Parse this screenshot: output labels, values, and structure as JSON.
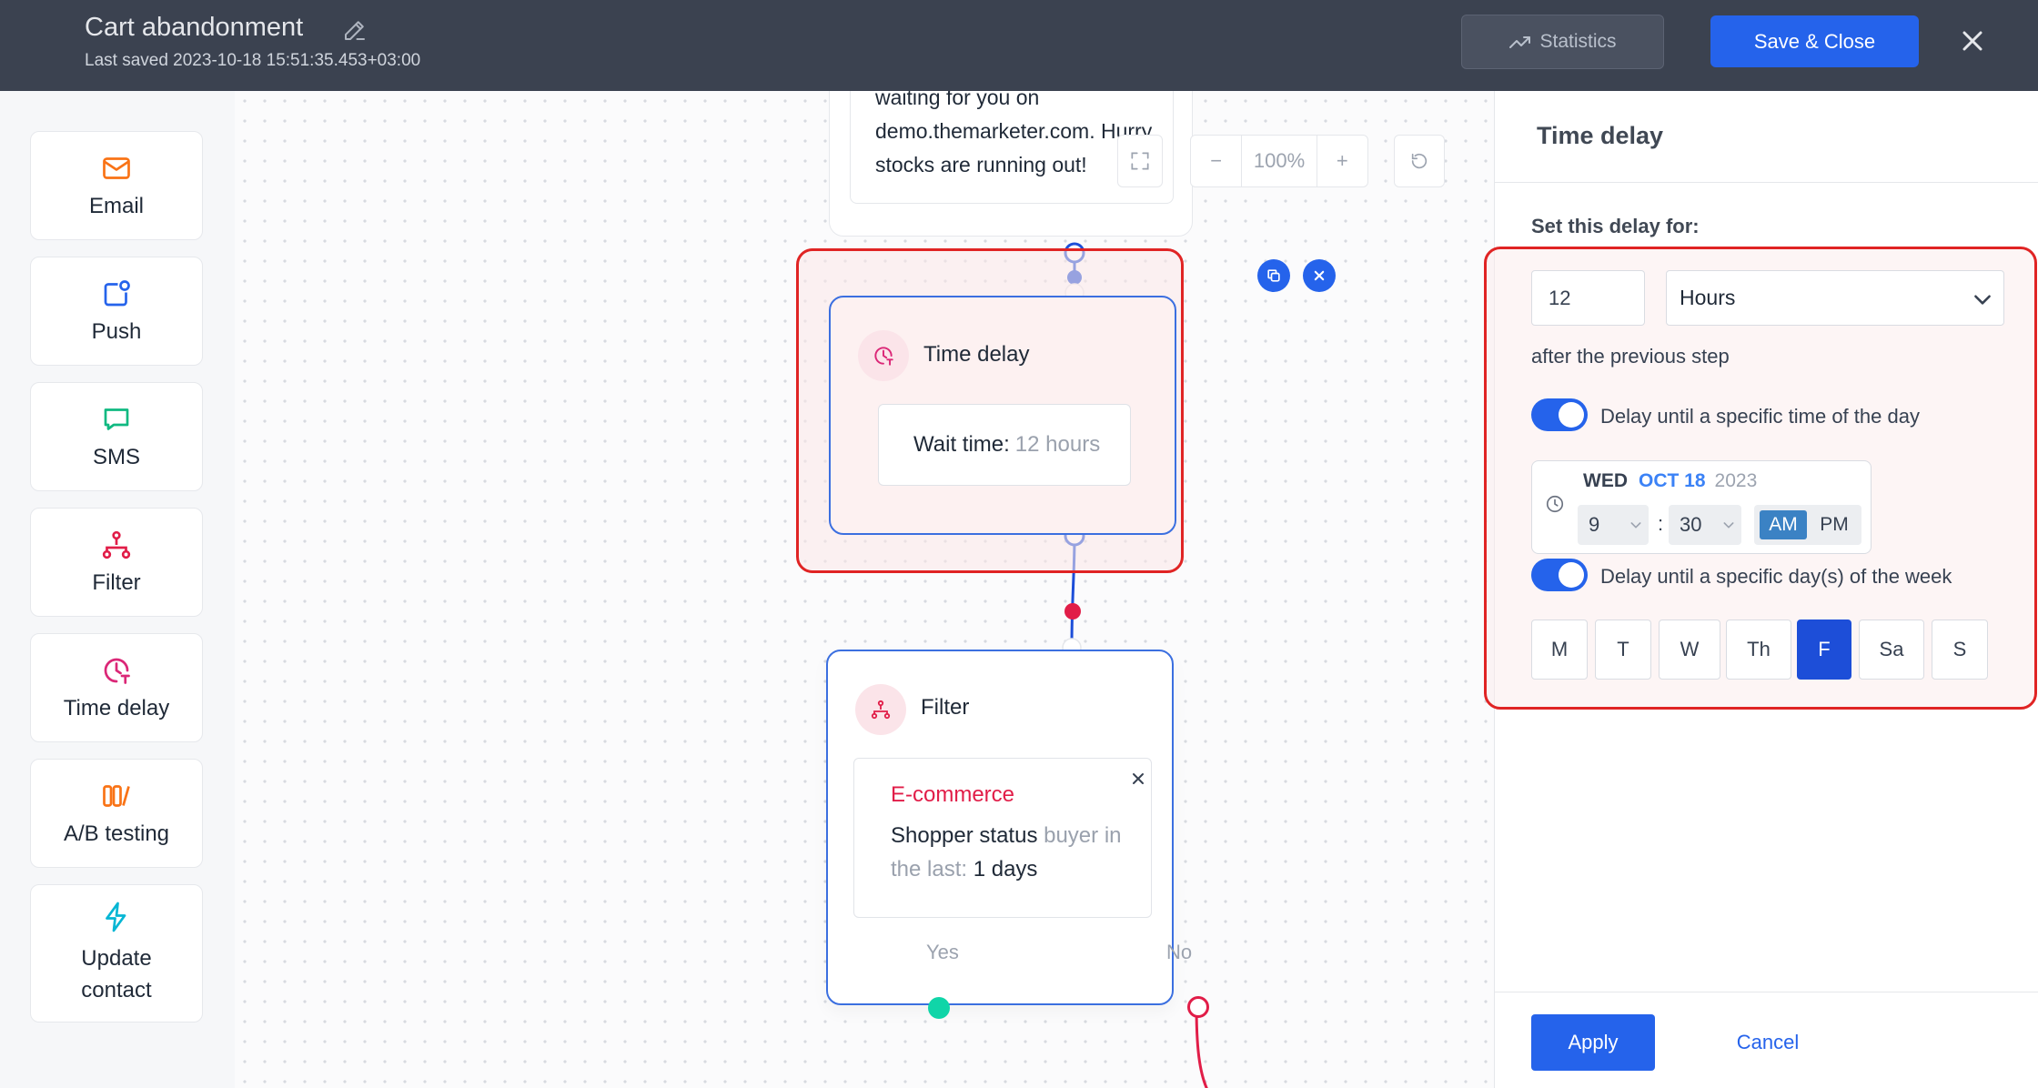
{
  "header": {
    "title": "Cart abandonment",
    "last_saved": "Last saved 2023-10-18 15:51:35.453+03:00",
    "statistics_label": "Statistics",
    "save_label": "Save & Close"
  },
  "palette": {
    "items": [
      {
        "label": "Email",
        "icon": "mail-icon"
      },
      {
        "label": "Push",
        "icon": "push-icon"
      },
      {
        "label": "SMS",
        "icon": "chat-icon"
      },
      {
        "label": "Filter",
        "icon": "filter-icon"
      },
      {
        "label": "Time delay",
        "icon": "clock-icon"
      },
      {
        "label": "A/B testing",
        "icon": "ab-testing-icon"
      },
      {
        "label": "Update contact",
        "icon": "bolt-icon"
      }
    ]
  },
  "canvas": {
    "email_node_text": "waiting for you on demo.themarketer.com. Hurry, stocks are running out!",
    "zoom_level": "100%",
    "zoom_minus": "−",
    "zoom_plus": "+",
    "time_delay_node": {
      "title": "Time delay",
      "wait_label": "Wait time:",
      "wait_value": "12 hours"
    },
    "filter_node": {
      "title": "Filter",
      "category": "E-commerce",
      "condition_a": "Shopper status",
      "condition_b": "buyer in the last:",
      "condition_c": "1 days",
      "yes_label": "Yes",
      "no_label": "No"
    }
  },
  "panel": {
    "title": "Time delay",
    "set_label": "Set this delay for:",
    "delay_amount": "12",
    "delay_unit": "Hours",
    "after_text": "after the previous step",
    "toggle_time_label": "Delay until a specific time of the day",
    "date": {
      "day": "WED",
      "month": "OCT 18",
      "year": "2023"
    },
    "hour": "9",
    "separator": ":",
    "minute": "30",
    "am_label": "AM",
    "pm_label": "PM",
    "toggle_days_label": "Delay until a specific day(s) of the week",
    "days": [
      {
        "label": "M",
        "active": false
      },
      {
        "label": "T",
        "active": false
      },
      {
        "label": "W",
        "active": false
      },
      {
        "label": "Th",
        "active": false
      },
      {
        "label": "F",
        "active": true
      },
      {
        "label": "Sa",
        "active": false
      },
      {
        "label": "S",
        "active": false
      }
    ],
    "apply_label": "Apply",
    "cancel_label": "Cancel"
  },
  "colors": {
    "header_bg": "#3b4250",
    "primary": "#2563eb",
    "highlight": "#e02424",
    "accent_pink": "#e11d48",
    "yes_port": "#10d5a8"
  }
}
